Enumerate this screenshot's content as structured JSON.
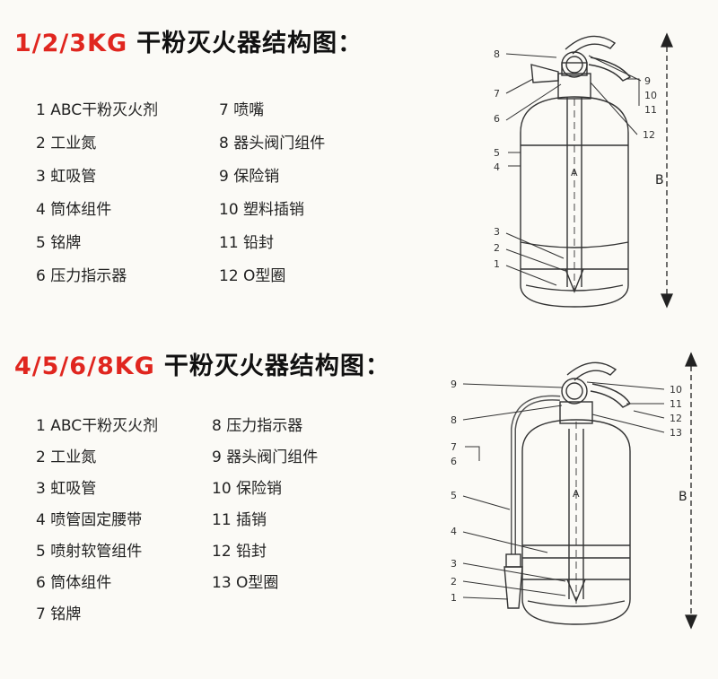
{
  "sections": [
    {
      "title_weight": "1/2/3KG",
      "title_text": "干粉灭火器结构图：",
      "parts_left": [
        "1 ABC干粉灭火剂",
        "2 工业氮",
        "3 虹吸管",
        "4 筒体组件",
        "5 铭牌",
        "6 压力指示器"
      ],
      "parts_right": [
        "7 喷嘴",
        "8 器头阀门组件",
        "9 保险销",
        "10 塑料插销",
        "11 铅封",
        "12 O型圈"
      ],
      "callouts_left": [
        "8",
        "7",
        "6",
        "5",
        "4",
        "3",
        "2",
        "1"
      ],
      "callouts_right": [
        "9",
        "10",
        "11",
        "12"
      ],
      "center_label": "A",
      "dim_label": "B"
    },
    {
      "title_weight": "4/5/6/8KG",
      "title_text": "干粉灭火器结构图：",
      "parts_left": [
        "1 ABC干粉灭火剂",
        "2 工业氮",
        "3 虹吸管",
        "4 喷管固定腰带",
        "5 喷射软管组件",
        "6 筒体组件",
        "7 铭牌"
      ],
      "parts_right": [
        "8 压力指示器",
        "9 器头阀门组件",
        "10 保险销",
        "11 插销",
        "12 铅封",
        "13 O型圈"
      ],
      "callouts_left": [
        "9",
        "8",
        "7",
        "6",
        "5",
        "4",
        "3",
        "2",
        "1"
      ],
      "callouts_right": [
        "10",
        "11",
        "12",
        "13"
      ],
      "center_label": "A",
      "dim_label": "B"
    }
  ],
  "colors": {
    "title_red": "#e0261f",
    "title_black": "#111111",
    "line": "#333333"
  }
}
